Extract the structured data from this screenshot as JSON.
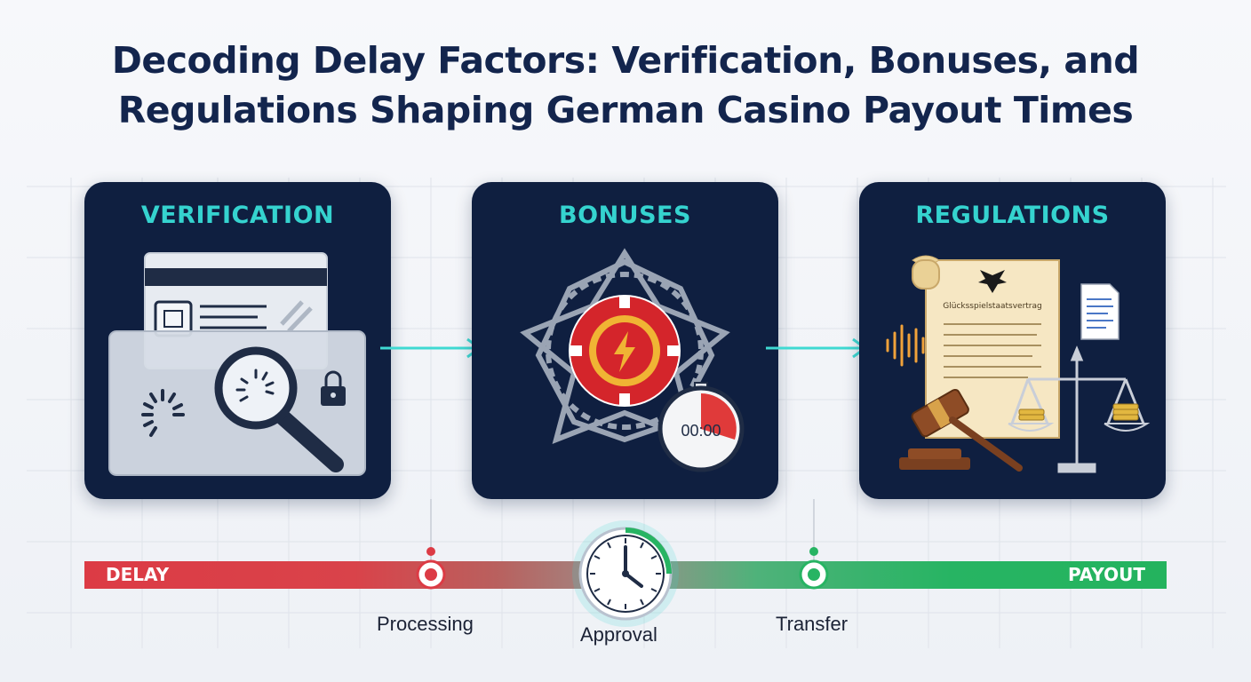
{
  "title": {
    "line1": "Decoding Delay Factors: Verification, Bonuses, and",
    "line2": "Regulations Shaping German Casino Payout Times"
  },
  "panels": [
    {
      "title": "VERIFICATION",
      "icons": [
        "id-card-icon",
        "magnifier-icon",
        "loading-spinner-icon",
        "padlock-icon"
      ]
    },
    {
      "title": "BONUSES",
      "icons": [
        "chain-icon",
        "casino-chip-icon",
        "stopwatch-icon"
      ],
      "stopwatch_text": "00:00"
    },
    {
      "title": "REGULATIONS",
      "icons": [
        "scroll-document-icon",
        "eagle-emblem-icon",
        "document-icon",
        "sound-wave-icon",
        "gavel-icon",
        "scales-icon",
        "coin-stack-icon"
      ],
      "scroll_text": "Glücksspielstaatsvertrag"
    }
  ],
  "timeline": {
    "start_label": "DELAY",
    "end_label": "PAYOUT",
    "stages": [
      {
        "label": "Processing",
        "marker": "red"
      },
      {
        "label": "Approval",
        "marker": "clock"
      },
      {
        "label": "Transfer",
        "marker": "green"
      }
    ]
  },
  "colors": {
    "title": "#13254d",
    "panel_bg": "#0f1f40",
    "panel_title": "#35d3cf",
    "delay": "#dc3b45",
    "payout": "#24b35e",
    "arrow": "#3fd9d2"
  }
}
